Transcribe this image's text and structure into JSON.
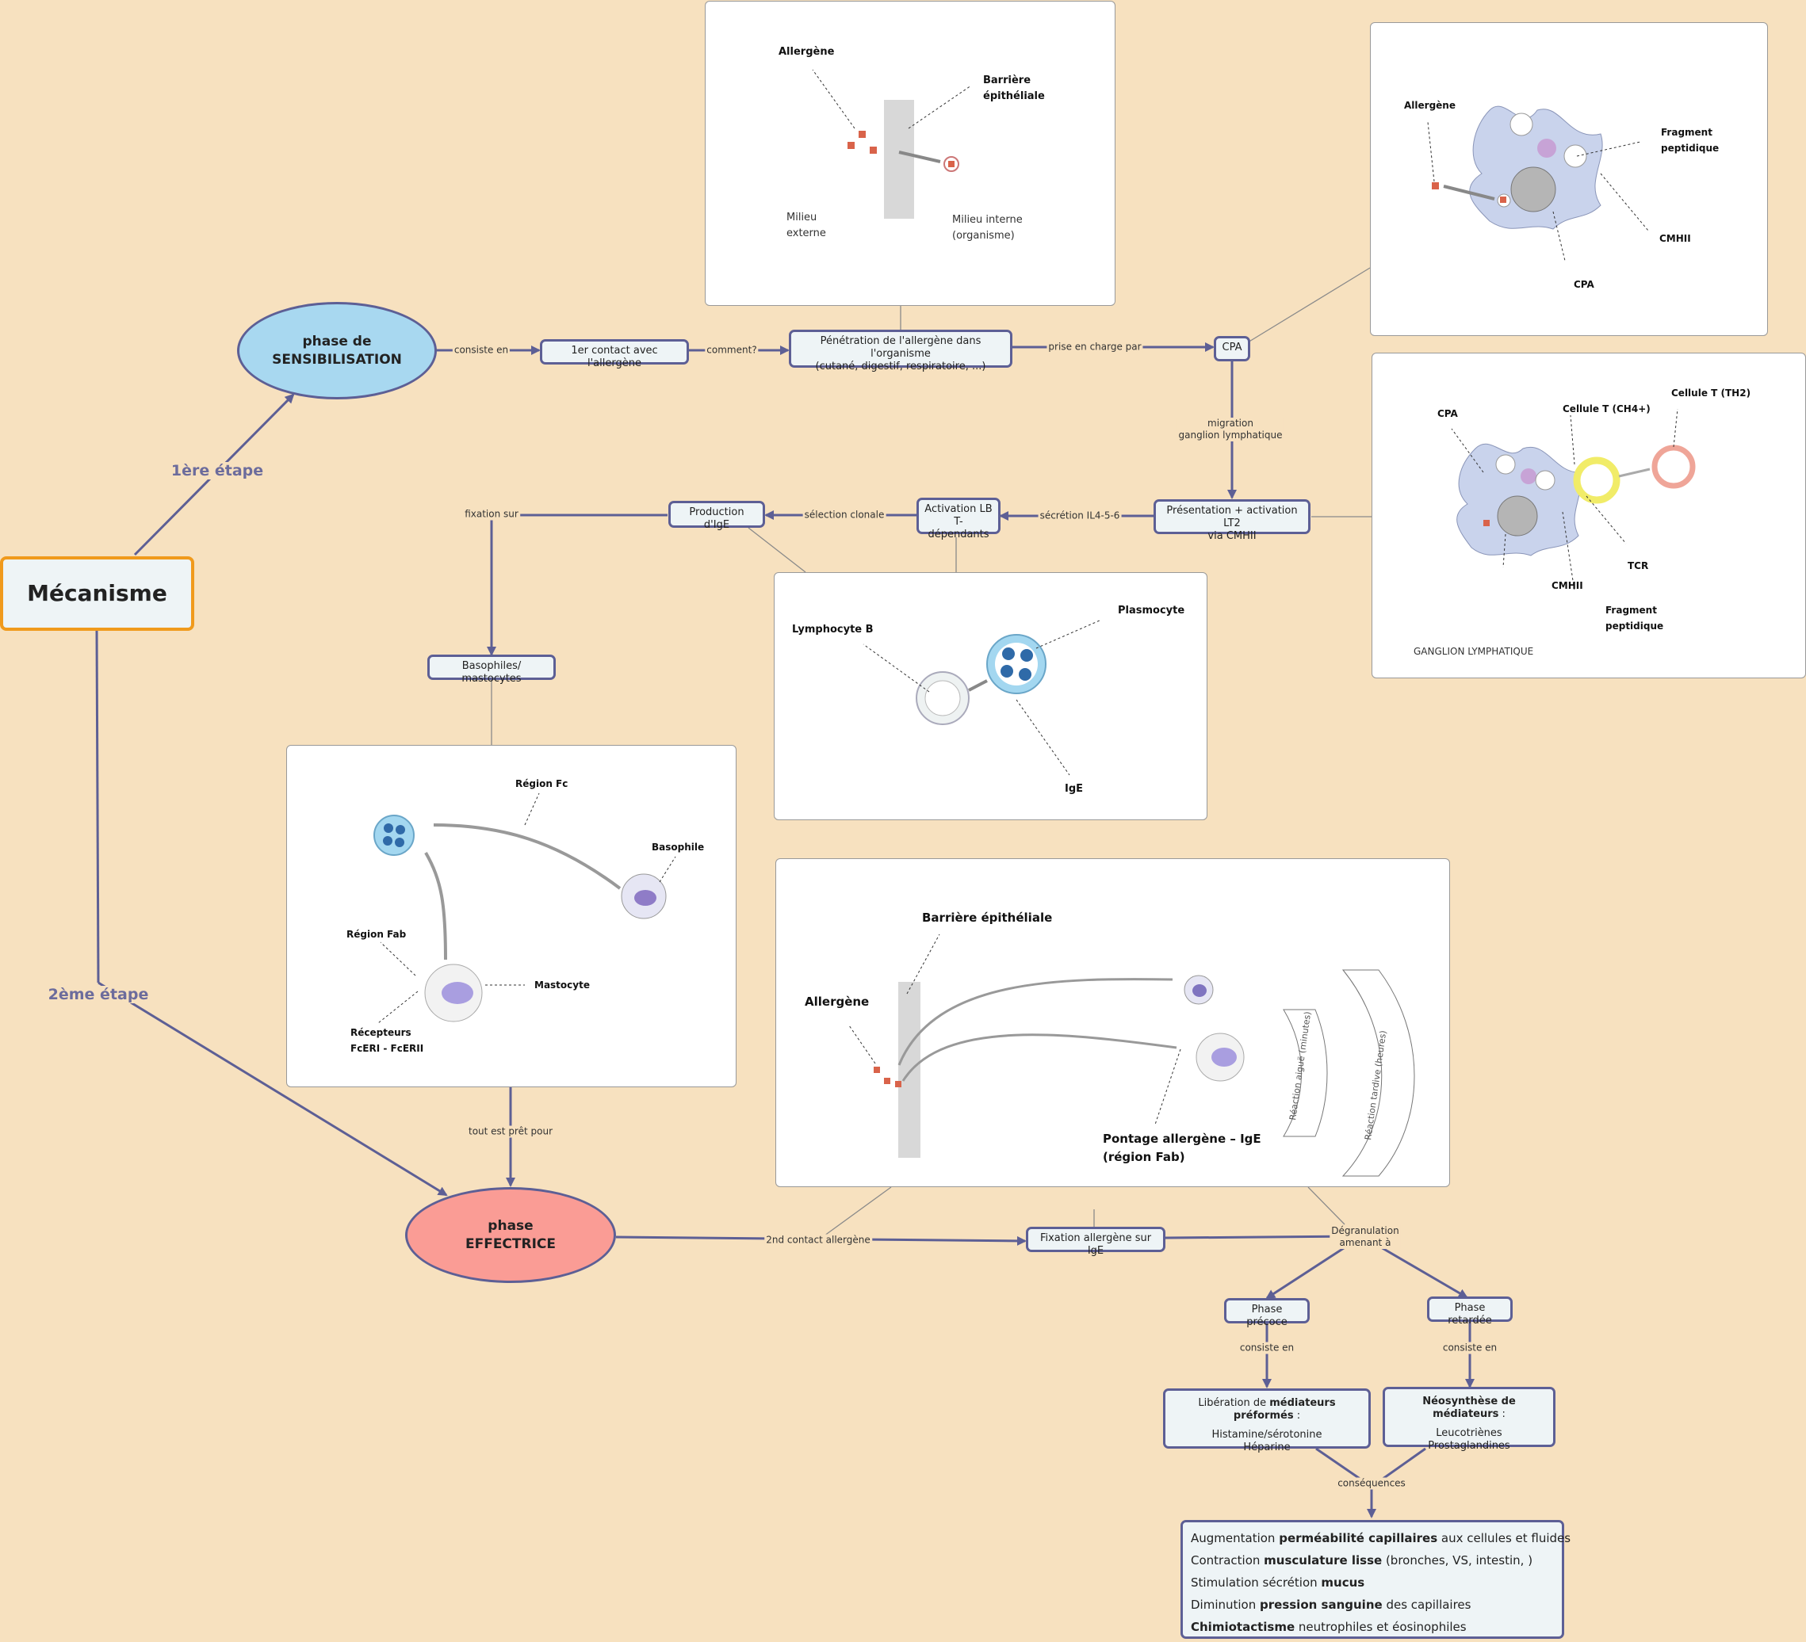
{
  "central": {
    "label": "Mécanisme"
  },
  "steps": {
    "first": "1ère étape",
    "second": "2ème étape"
  },
  "phases": {
    "sensibilisation": {
      "line1": "phase de",
      "line2": "SENSIBILISATION",
      "color": "#a8d8f0"
    },
    "effectrice": {
      "line1": "phase",
      "line2": "EFFECTRICE",
      "color": "#fa9c95"
    }
  },
  "nodes": {
    "contact1": "1er contact avec l'allergène",
    "penetration_l1": "Pénétration de l'allergène dans l'organisme",
    "penetration_l2": "(cutané, digestif, respiratoire, ...)",
    "cpa": "CPA",
    "presentation_l1": "Présentation + activation LT2",
    "presentation_l2": "via CMHII",
    "activation_l1": "Activation LB",
    "activation_l2": "T-dépendants",
    "production": "Production d'IgE",
    "basophiles": "Basophiles/ mastocytes",
    "fixation": "Fixation allergène sur IgE",
    "precoce": "Phase précoce",
    "retardee": "Phase retardée",
    "liberation_pre": "Libération de ",
    "liberation_bold": "médiateurs préformés",
    "liberation_post": " :",
    "liberation_items_1": "Histamine/sérotonine",
    "liberation_items_2": "Héparine",
    "neosynthese_bold": "Néosynthèse de médiateurs",
    "neosynthese_post": " :",
    "neosynthese_items_1": "Leucotriènes",
    "neosynthese_items_2": "Prostaglandines"
  },
  "links": {
    "consiste_en": "consiste en",
    "comment": "comment?",
    "prise_en_charge": "prise en charge par",
    "migration_l1": "migration",
    "migration_l2": "ganglion lymphatique",
    "secretion": "sécrétion IL4-5-6",
    "selection": "sélection clonale",
    "fixation_sur": "fixation sur",
    "tout_est_pret": "tout est prêt pour",
    "second_contact": "2nd contact allergène",
    "degranulation_l1": "Dégranulation",
    "degranulation_l2": "amenant à",
    "consiste_en_precoce": "consiste en",
    "consiste_en_retardee": "consiste en",
    "consequences": "conséquences"
  },
  "consequences": [
    {
      "pre": "Augmentation ",
      "bold": "perméabilité capillaires",
      "post": " aux cellules et fluides"
    },
    {
      "pre": "Contraction ",
      "bold": "musculature lisse",
      "post": " (bronches, VS, intestin, )"
    },
    {
      "pre": "Stimulation sécrétion ",
      "bold": "mucus",
      "post": ""
    },
    {
      "pre": "Diminution ",
      "bold": "pression sanguine",
      "post": " des capillaires"
    },
    {
      "pre": "",
      "bold": "Chimiotactisme",
      "post": " neutrophiles et éosinophiles"
    }
  ],
  "panels": {
    "barrier": {
      "allergene": "Allergène",
      "barriere_l1": "Barrière",
      "barriere_l2": "épithéliale",
      "milieu_ext_l1": "Milieu",
      "milieu_ext_l2": "externe",
      "milieu_int_l1": "Milieu interne",
      "milieu_int_l2": "(organisme)"
    },
    "cpa": {
      "allergene": "Allergène",
      "fragment_l1": "Fragment",
      "fragment_l2": "peptidique",
      "cmhii": "CMHII",
      "cpa": "CPA"
    },
    "ganglion": {
      "cpa": "CPA",
      "cellule_t4": "Cellule T (CH4+)",
      "cellule_th2": "Cellule T (TH2)",
      "cmhii": "CMHII",
      "tcr": "TCR",
      "fragment_l1": "Fragment",
      "fragment_l2": "peptidique",
      "ganglion": "GANGLION LYMPHATIQUE"
    },
    "plasmocyte": {
      "lymphocyte": "Lymphocyte B",
      "plasmocyte": "Plasmocyte",
      "ige": "IgE"
    },
    "basophile": {
      "region_fc": "Région Fc",
      "basophile": "Basophile",
      "region_fab": "Région Fab",
      "mastocyte": "Mastocyte",
      "recepteurs_l1": "Récepteurs",
      "recepteurs_l2": "FcERI - FcERII"
    },
    "effect": {
      "barriere": "Barrière épithéliale",
      "allergene": "Allergène",
      "pontage_l1": "Pontage allergène – IgE",
      "pontage_l2": "(région Fab)",
      "reaction_aigue": "Réaction aiguë (minutes)",
      "reaction_tardive": "Réaction tardive (heures)"
    }
  },
  "colors": {
    "background": "#f7e1bf",
    "node_border": "#5d5f95",
    "node_fill": "#eef4f6",
    "central_border": "#f09a1c",
    "arrow": "#5d5f95"
  }
}
